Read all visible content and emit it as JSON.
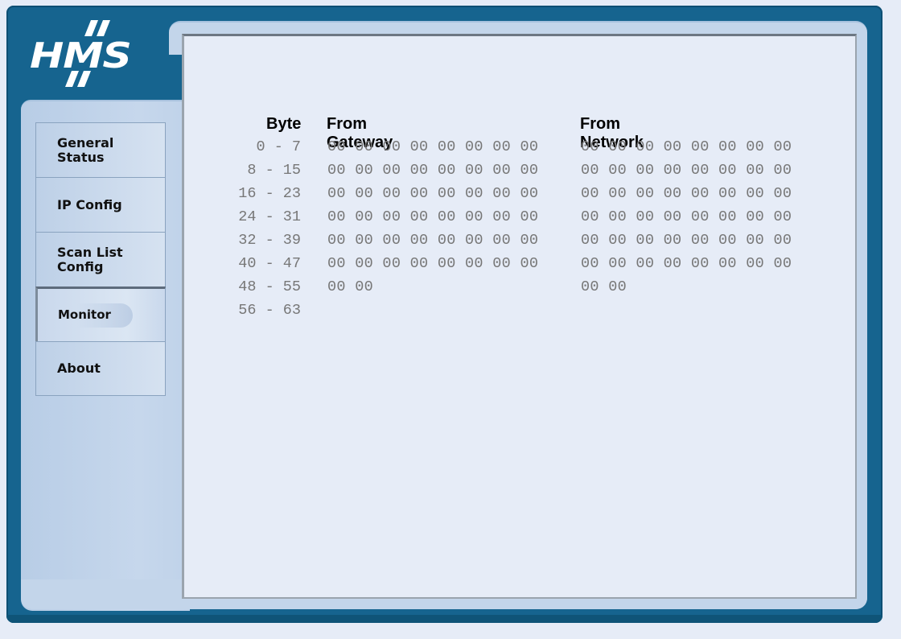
{
  "logo": {
    "text": "HMS"
  },
  "nav": {
    "items": [
      {
        "label": "General\nStatus",
        "active": false
      },
      {
        "label": "IP Config",
        "active": false
      },
      {
        "label": "Scan List\nConfig",
        "active": false
      },
      {
        "label": "Monitor",
        "active": true
      },
      {
        "label": "About",
        "active": false
      }
    ]
  },
  "monitor": {
    "headers": {
      "byte": "Byte",
      "from_gateway": "From Gateway",
      "from_network": "From Network"
    },
    "rows": [
      {
        "range": "0 - 7",
        "gateway": "00 00 00 00 00 00 00 00",
        "network": "00 00 00 00 00 00 00 00"
      },
      {
        "range": "8 - 15",
        "gateway": "00 00 00 00 00 00 00 00",
        "network": "00 00 00 00 00 00 00 00"
      },
      {
        "range": "16 - 23",
        "gateway": "00 00 00 00 00 00 00 00",
        "network": "00 00 00 00 00 00 00 00"
      },
      {
        "range": "24 - 31",
        "gateway": "00 00 00 00 00 00 00 00",
        "network": "00 00 00 00 00 00 00 00"
      },
      {
        "range": "32 - 39",
        "gateway": "00 00 00 00 00 00 00 00",
        "network": "00 00 00 00 00 00 00 00"
      },
      {
        "range": "40 - 47",
        "gateway": "00 00 00 00 00 00 00 00",
        "network": "00 00 00 00 00 00 00 00"
      },
      {
        "range": "48 - 55",
        "gateway": "00 00",
        "network": "00 00"
      },
      {
        "range": "56 - 63",
        "gateway": "",
        "network": ""
      }
    ]
  },
  "colors": {
    "frame": "#16648f",
    "panel": "#c3d5ea",
    "content_bg": "#e6ecf7",
    "data_text": "#777777"
  }
}
